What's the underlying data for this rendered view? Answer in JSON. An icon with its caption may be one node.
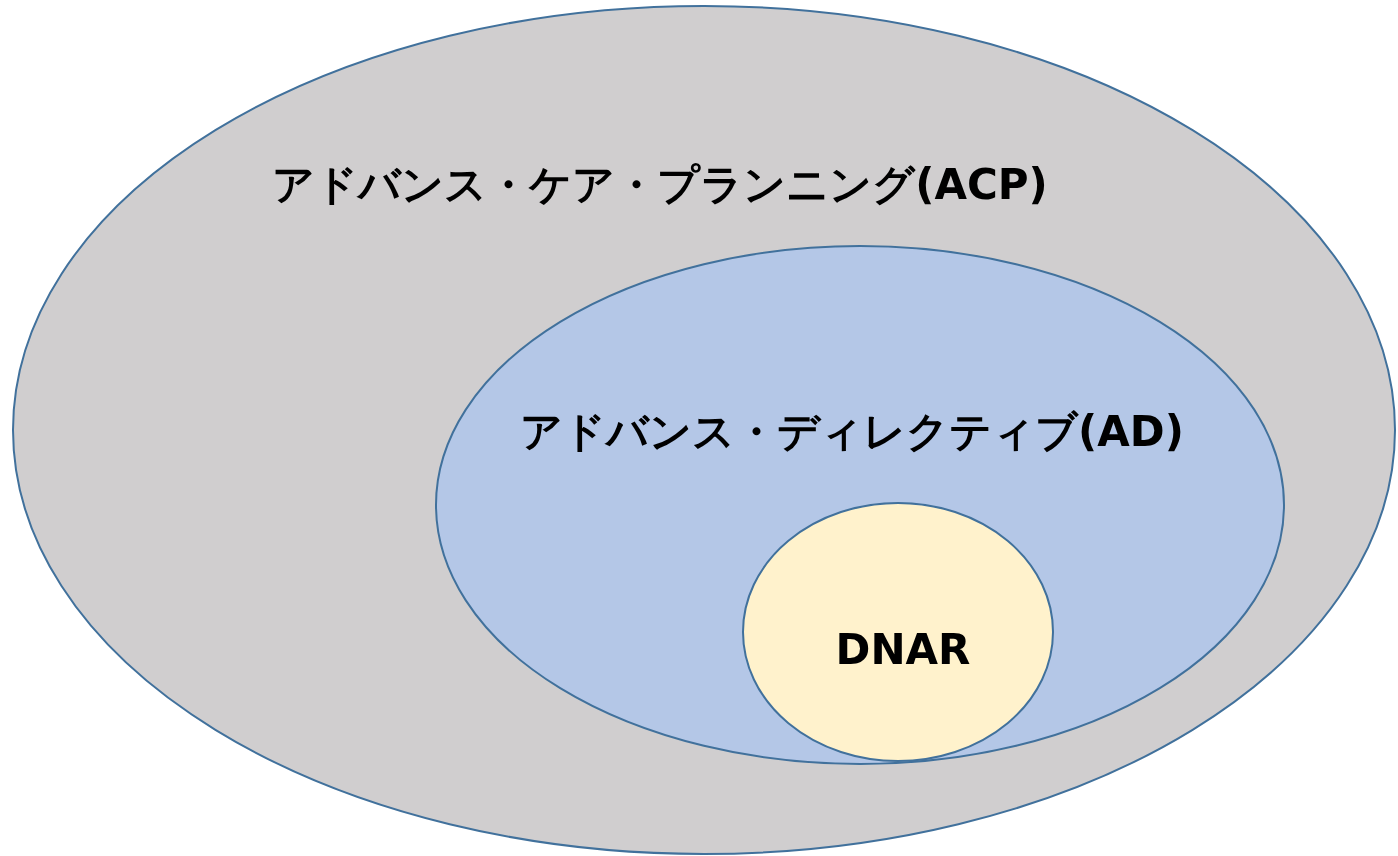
{
  "diagram": {
    "nodes": [
      {
        "text": [
          "アドバンス・ケア・プランニング(ACP)"
        ]
      },
      {
        "text": [
          "アドバンス・ディレクティブ(AD)"
        ],
        "in": 0
      },
      {
        "text": [
          "DNAR"
        ],
        "in": 1
      }
    ]
  }
}
